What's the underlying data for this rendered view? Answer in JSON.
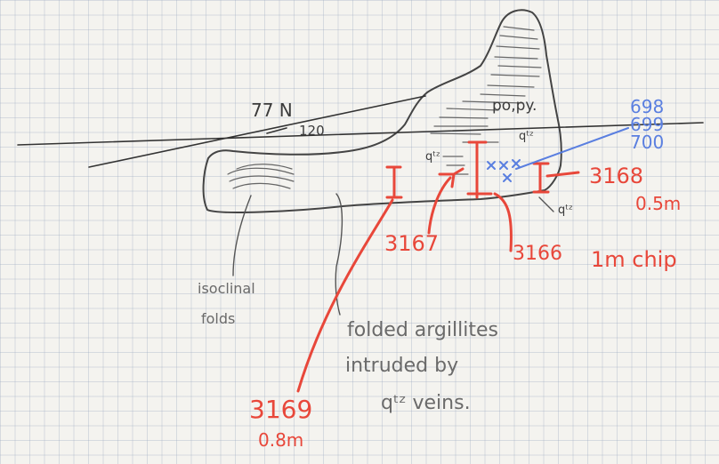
{
  "structure": {
    "strike": "77 N",
    "dip": "120",
    "rock_type_label": "po,py.",
    "qtz_upper": "qᵗᶻ",
    "qtz_lower": "qᵗᶻ"
  },
  "captions": {
    "isoclinal_line1": "isoclinal",
    "isoclinal_line2": "folds",
    "description_line1": "folded argillites",
    "description_line2": "intruded by",
    "description_line3": "qᵗᶻ veins."
  },
  "samples": [
    {
      "id": "3166",
      "note": "1m chip"
    },
    {
      "id": "3167",
      "note": ""
    },
    {
      "id": "3168",
      "note": "0.5m"
    },
    {
      "id": "3169",
      "note": "0.8m"
    }
  ],
  "blue_samples": [
    "698",
    "699",
    "700"
  ],
  "colors": {
    "pencil": "#3b3b3b",
    "red_pencil": "#e8473a",
    "blue_pencil": "#5a7fe0",
    "paper": "#f4f3ef",
    "grid": "#96a5be"
  }
}
